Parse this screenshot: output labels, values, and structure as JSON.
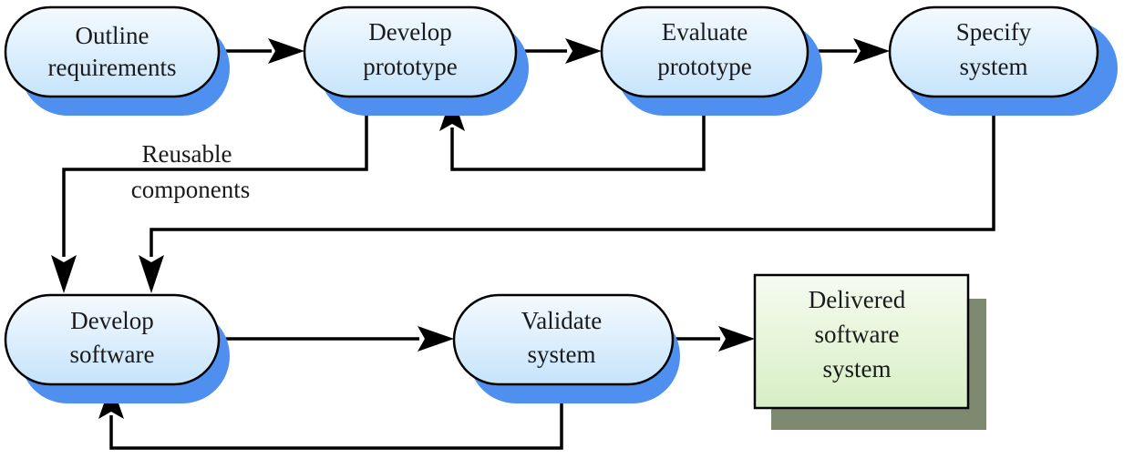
{
  "colors": {
    "process_fill_top": "#f4faff",
    "process_fill_bottom": "#c6e4fb",
    "process_shadow": "#4f8ff0",
    "deliverable_fill_top": "#f6fbf0",
    "deliverable_fill_bottom": "#d7efc4",
    "deliverable_shadow": "#7d8a70",
    "line": "#000000"
  },
  "nodes": {
    "outline_requirements": {
      "line1": "Outline",
      "line2": "requirements"
    },
    "develop_prototype": {
      "line1": "Develop",
      "line2": "prototype"
    },
    "evaluate_prototype": {
      "line1": "Evaluate",
      "line2": "prototype"
    },
    "specify_system": {
      "line1": "Specify",
      "line2": "system"
    },
    "develop_software": {
      "line1": "Develop",
      "line2": "software"
    },
    "validate_system": {
      "line1": "Validate",
      "line2": "system"
    },
    "delivered_software_system": {
      "line1": "Delivered",
      "line2": "software",
      "line3": "system"
    }
  },
  "edge_labels": {
    "reusable_components": {
      "line1": "Reusable",
      "line2": "components"
    }
  }
}
